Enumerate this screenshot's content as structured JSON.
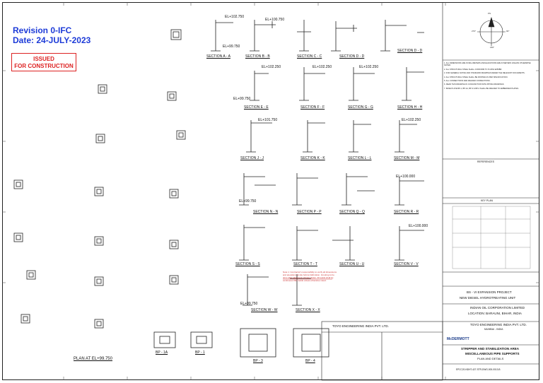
{
  "revision": {
    "line1": "Revision 0-IFC",
    "line2": "Date: 24-JULY-2023"
  },
  "stamp": {
    "line1": "ISSUED",
    "line2": "FOR CONSTRUCTION"
  },
  "sections": {
    "a": "SECTION A - A",
    "b": "SECTION B - B",
    "c": "SECTION C - C",
    "d": "SECTION D - D",
    "e": "SECTION E - E",
    "f": "SECTION F - F",
    "g": "SECTION G - G",
    "h": "SECTION H - H",
    "j": "SECTION J - J",
    "k": "SECTION K - K",
    "l": "SECTION L - L",
    "m": "SECTION M - M",
    "n": "SECTION N - N",
    "p": "SECTION P - P",
    "q": "SECTION Q - Q",
    "r": "SECTION R - R",
    "s": "SECTION S - S",
    "t": "SECTION T - T",
    "u": "SECTION U - U",
    "v": "SECTION V - V",
    "w": "SECTION W - W",
    "x": "SECTION X - X"
  },
  "elevations": {
    "e1": "EL+102.750",
    "e2": "EL+100.750",
    "e3": "EL+99.750",
    "e4": "EL+102.250",
    "e5": "EL+100.000",
    "e6": "EL+102.250",
    "e7": "EL+101.750",
    "e8": "EL+100.000"
  },
  "plan_label": "PLAN AT EL+99.750",
  "baseplates": {
    "bp1a": "BP - 1A",
    "bp1": "BP - 1",
    "bp3": "BP - 3",
    "bp4": "BP - 4"
  },
  "north": {
    "pn": "PN",
    "tn": "TN",
    "deg0": "0°",
    "deg90": "90°",
    "deg180": "180°",
    "deg270": "270°"
  },
  "red_note": "Note 1: Contractor's responsibility to verify all dimensions and elevations at site before fabrication. Grouting to be done after alignment of base plates. All welds shall be continuous fillet welds unless otherwise noted.",
  "notes": [
    "1. ALL DIMENSIONS ARE IN MILLIMETERS AND ELEVATIONS ARE IN METERS UNLESS OTHERWISE NOTED.",
    "2. ALL STRUCTURAL STEEL SHALL CONFORM TO IS 2062 E250BR.",
    "3. FOR GENERAL NOTES AND STANDARD DRAWINGS REFER THE RELEVANT DOCUMENTS.",
    "4. ALL STRUCTURAL STEEL SHALL BE PAINTED AS PER SPECIFICATION.",
    "5. ALL CONNECTIONS ARE WELDED CONNECTIONS.",
    "6. READ THIS DRAWING IN CONJUNCTION WITH PIPING DRAWINGS.",
    "7. BASE PLATE BP-1, BP-1A, BP-3 & BP-4 SHALL BE WELDED TO EMBEDDED PLATES."
  ],
  "titleblock": {
    "references": "REFERENCES",
    "key_plan": "KEY PLAN",
    "project_line1": "BS - VI EXPANSION PROJECT",
    "project_line2": "NEW DIESEL HYDROTREATING UNIT",
    "owner_line1": "INDIAN OIL CORPORATION LIMITED",
    "owner_line2": "LOCATION: BARAUNI, BIHAR, INDIA",
    "contractor": "TOYO ENGINEERING INDIA PVT. LTD.",
    "contractor_city": "MUMBAI - INDIA",
    "subcontractor": "TOYO ENGINEERING INDIA PVT. LTD.",
    "mcdermott": "McDERMOTT",
    "dwg_title1": "STRIPPER AND STABILIZATION AREA",
    "dwg_title2": "MISCELLANEOUS PIPE SUPPORTS",
    "dwg_title3": "PLAN AND DETAILS",
    "dwg_no": "EPCC20-NDHT-427-STR-DWG-000-0013-B"
  }
}
